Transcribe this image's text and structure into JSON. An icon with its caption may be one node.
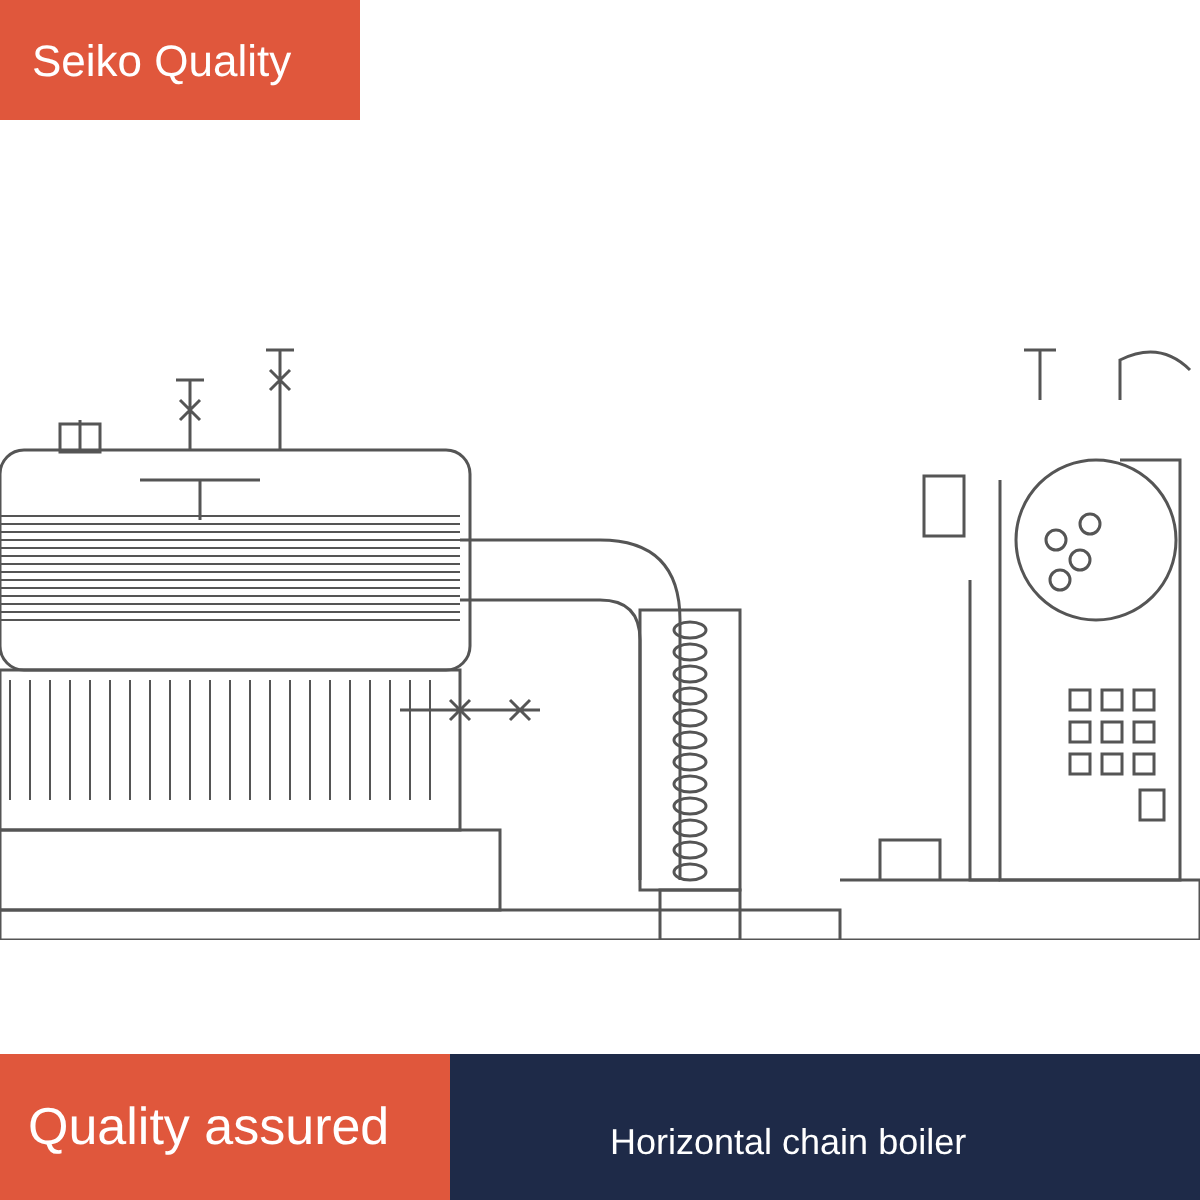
{
  "diagram": {
    "labels": [
      "Seiko Quality",
      "Quality assured",
      "Horizontal chain boiler"
    ]
  }
}
